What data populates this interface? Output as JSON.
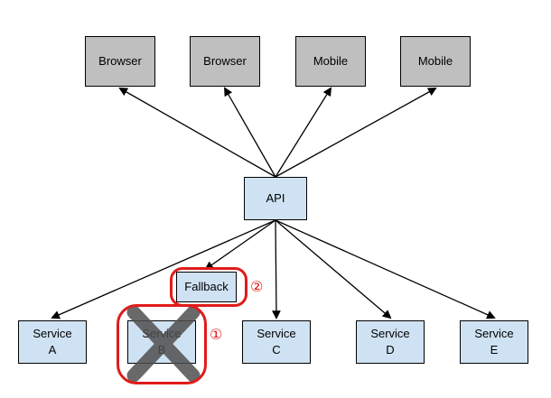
{
  "diagram": {
    "clients": [
      {
        "label": "Browser"
      },
      {
        "label": "Browser"
      },
      {
        "label": "Mobile"
      },
      {
        "label": "Mobile"
      }
    ],
    "api": {
      "label": "API"
    },
    "fallback": {
      "label": "Fallback"
    },
    "services": [
      {
        "label": "Service\nA"
      },
      {
        "label": "Service\nB"
      },
      {
        "label": "Service\nC"
      },
      {
        "label": "Service\nD"
      },
      {
        "label": "Service\nE"
      }
    ],
    "annotations": [
      {
        "label": "①"
      },
      {
        "label": "②"
      }
    ]
  },
  "colors": {
    "client_fill": "#bfbfbf",
    "node_fill": "#cfe2f3",
    "node_border": "#000000",
    "annotation_red": "#e01b1b",
    "cross_color": "#4f4f4f",
    "arrow_color": "#000000"
  }
}
